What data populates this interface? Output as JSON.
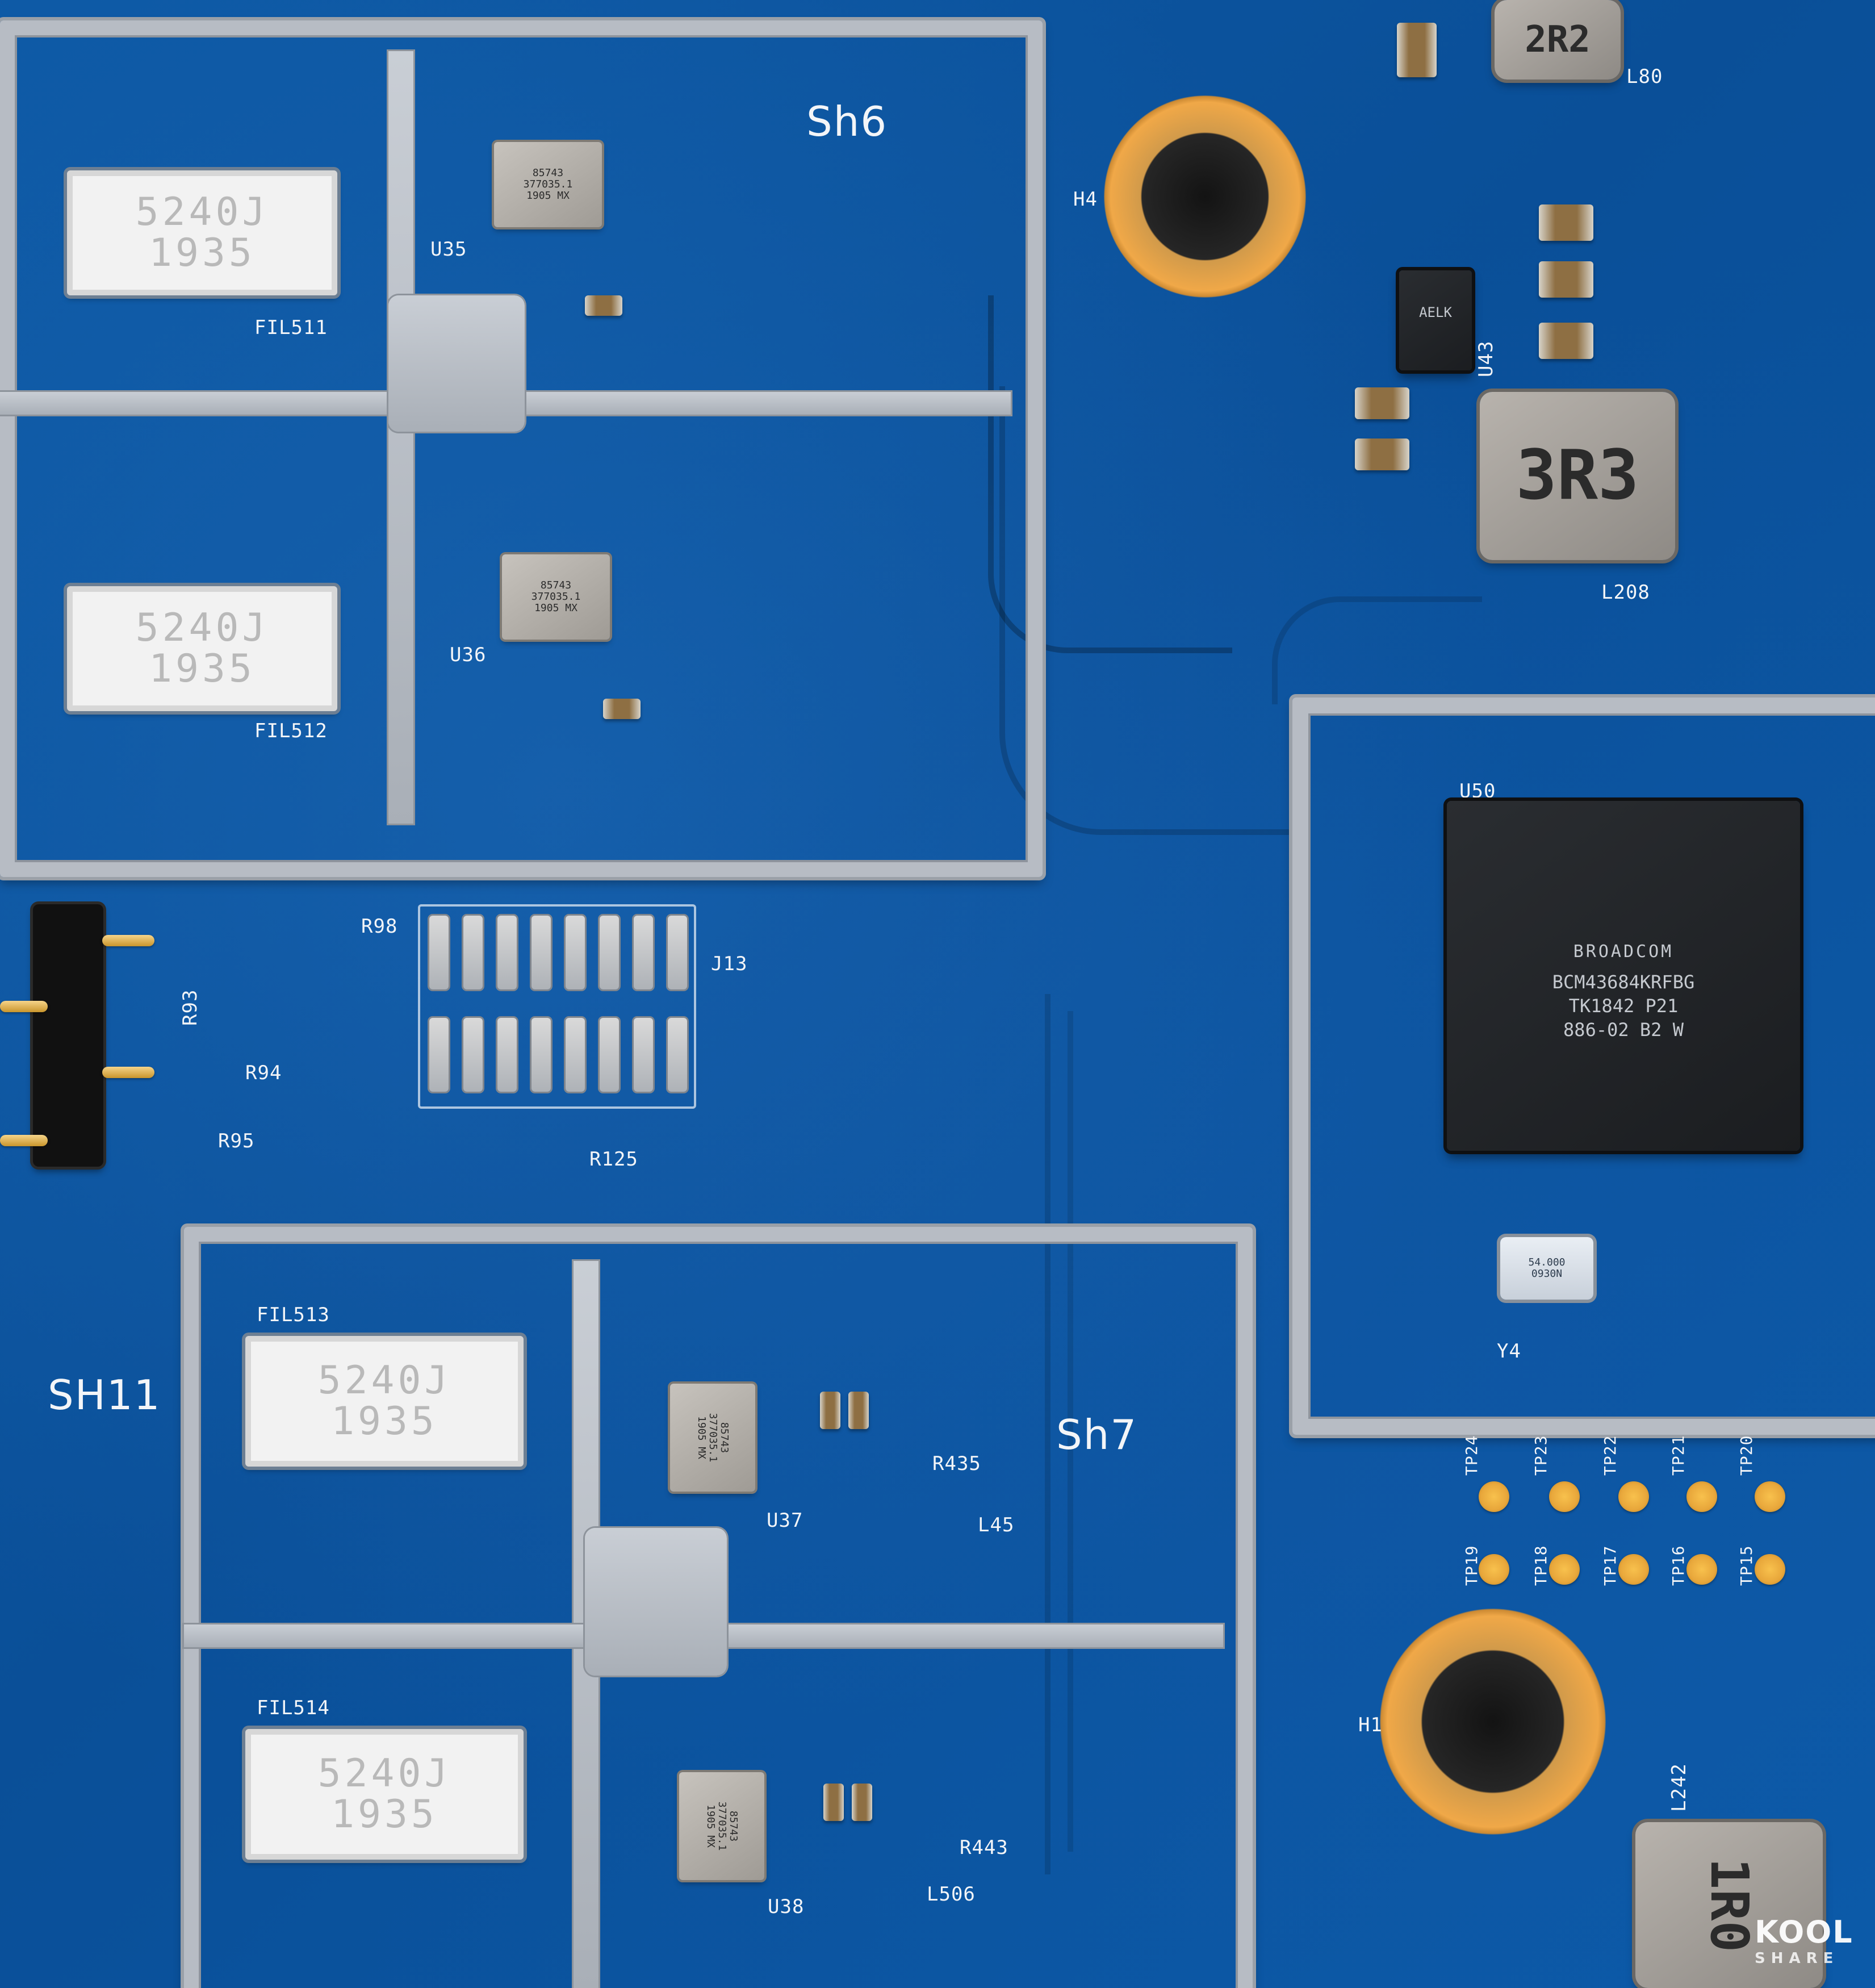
{
  "board_labels": {
    "sh6": "Sh6",
    "sh7": "Sh7",
    "sh11": "SH11",
    "h4": "H4",
    "h1": "H1",
    "u35": "U35",
    "u36": "U36",
    "u37": "U37",
    "u38": "U38",
    "u43": "U43",
    "u50": "U50",
    "y4": "Y4",
    "l80": "L80",
    "l208": "L208",
    "l242": "L242",
    "fil511": "FIL511",
    "fil512": "FIL512",
    "fil513": "FIL513",
    "fil514": "FIL514",
    "j13": "J13",
    "r93": "R93",
    "r94": "R94",
    "r95": "R95",
    "r98": "R98",
    "r125": "R125",
    "r435": "R435",
    "r443": "R443",
    "l45": "L45",
    "l506": "L506",
    "tp24": "TP24",
    "tp23": "TP23",
    "tp22": "TP22",
    "tp21": "TP21",
    "tp20": "TP20",
    "tp19": "TP19",
    "tp18": "TP18",
    "tp17": "TP17",
    "tp16": "TP16",
    "tp15": "TP15"
  },
  "filters": {
    "fil511": [
      "5240J",
      "1935"
    ],
    "fil512": [
      "5240J",
      "1935"
    ],
    "fil513": [
      "5240J",
      "1935"
    ],
    "fil514": [
      "5240J",
      "1935"
    ]
  },
  "rf_chips": {
    "u35": [
      "85743",
      "377035.1",
      "1905 MX"
    ],
    "u36": [
      "85743",
      "377035.1",
      "1905 MX"
    ],
    "u37": [
      "85743",
      "377035.1",
      "1905 MX"
    ],
    "u38": [
      "85743",
      "377035.1",
      "1905 MX"
    ]
  },
  "inductors": {
    "l80": "2R2",
    "l208": "3R3",
    "l242": "1R0"
  },
  "u43_marking": "AELK",
  "broadcom": {
    "brand": "BROADCOM",
    "part": "BCM43684KRFBG",
    "lot": "TK1842 P21",
    "code": "886-02 B2 W"
  },
  "crystal": {
    "line1": "54.000",
    "line2": "0930N"
  },
  "watermark": {
    "top": "KOOL",
    "bottom": "SHARE"
  }
}
